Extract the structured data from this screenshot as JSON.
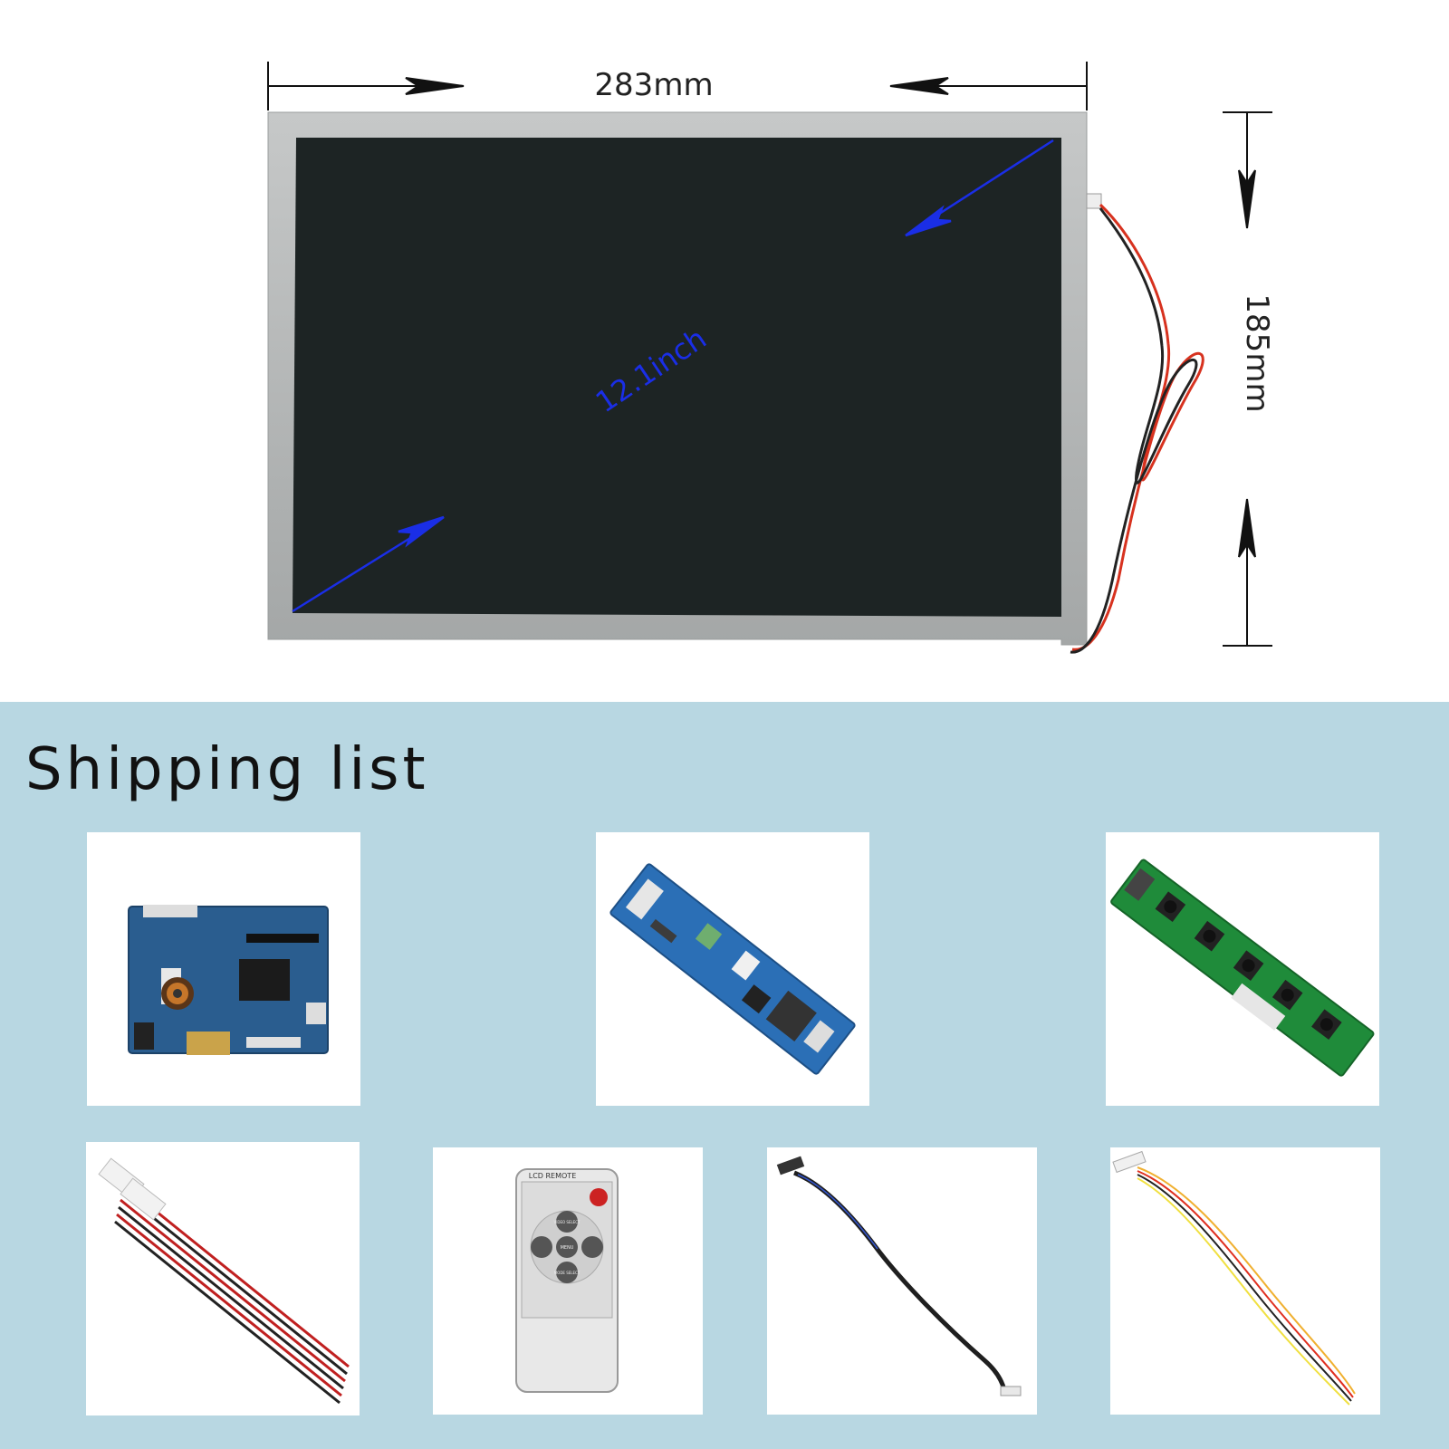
{
  "dimensions": {
    "width": "283mm",
    "height": "185mm",
    "diagonal": "12.1inch"
  },
  "shipping_list": {
    "title": "Shipping list"
  },
  "remote": {
    "brand": "LCD REMOTE",
    "up": "VIDEO SELECT",
    "center": "MENU",
    "down": "MODE SELECT"
  },
  "colors": {
    "panel_bg": "#b8d7e2",
    "screen": "#1d2424",
    "bezel": "#a9acac",
    "arrow_blue": "#1a2ee6"
  }
}
